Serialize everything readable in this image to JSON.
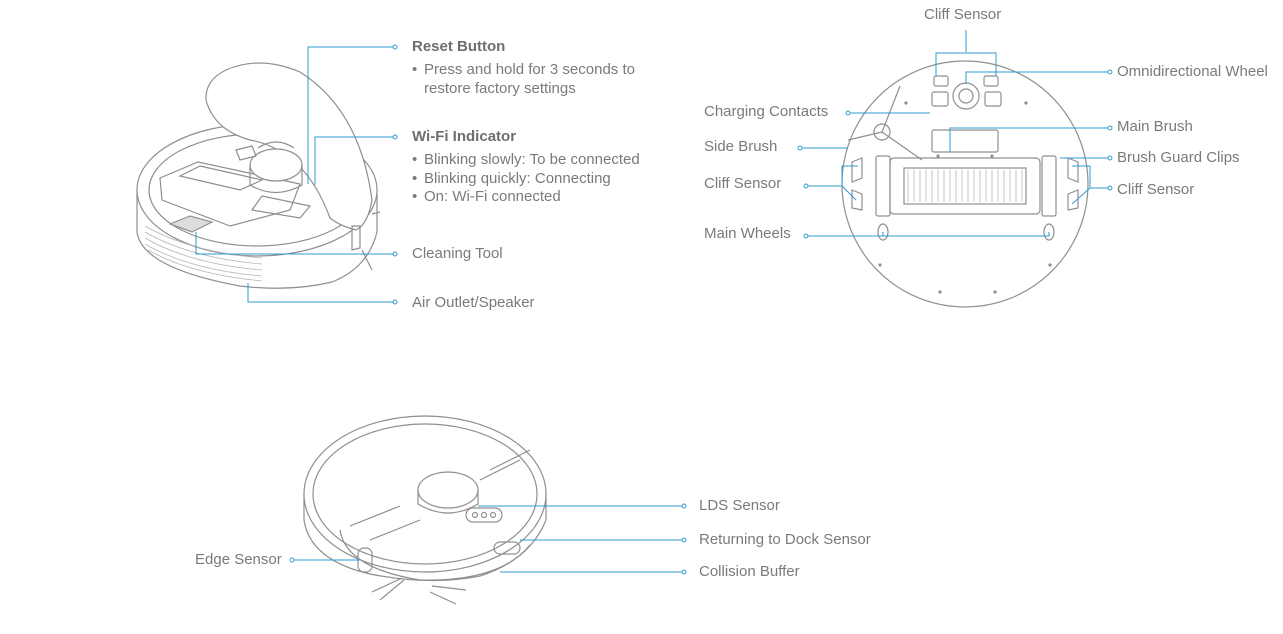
{
  "colors": {
    "leader": "#2f9bd1",
    "outline": "#8f8f8f",
    "text": "#7a7a7a"
  },
  "top_left": {
    "reset_button": {
      "title": "Reset Button",
      "lines": [
        "Press and hold for 3 seconds to",
        "restore factory settings"
      ]
    },
    "wifi_indicator": {
      "title": "Wi-Fi Indicator",
      "lines": [
        "Blinking slowly: To be connected",
        "Blinking quickly: Connecting",
        "On: Wi-Fi connected"
      ]
    },
    "cleaning_tool": "Cleaning Tool",
    "air_outlet": "Air Outlet/Speaker"
  },
  "bottom_view": {
    "cliff_sensor_top": "Cliff Sensor",
    "omni_wheel": "Omnidirectional Wheel",
    "charging_contacts": "Charging Contacts",
    "main_brush": "Main Brush",
    "side_brush": "Side Brush",
    "brush_guard_clips": "Brush Guard Clips",
    "cliff_sensor_left": "Cliff Sensor",
    "cliff_sensor_right": "Cliff Sensor",
    "main_wheels": "Main Wheels"
  },
  "front_view": {
    "lds_sensor": "LDS Sensor",
    "dock_sensor": "Returning to Dock Sensor",
    "collision_buffer": "Collision Buffer",
    "edge_sensor": "Edge Sensor"
  }
}
